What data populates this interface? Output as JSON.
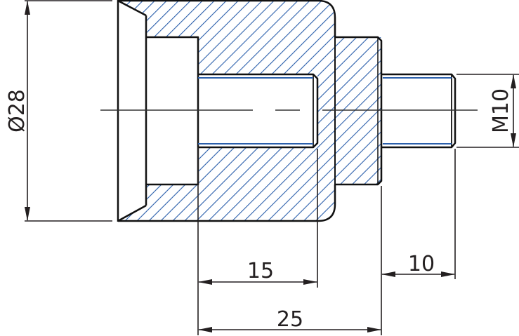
{
  "drawing": {
    "type": "mechanical-section-view",
    "colors": {
      "outline": "#111111",
      "hatch": "#2b5fab",
      "thread": "#2b5fab",
      "dimension": "#231f20",
      "centerline": "#333333",
      "background": "#ffffff"
    },
    "dimensions": {
      "outer_diameter": {
        "label": "Ø28"
      },
      "thread": {
        "label": "M10"
      },
      "bore_depth": {
        "label": "15"
      },
      "overall_length": {
        "label": "25"
      },
      "thread_length": {
        "label": "10"
      }
    }
  }
}
